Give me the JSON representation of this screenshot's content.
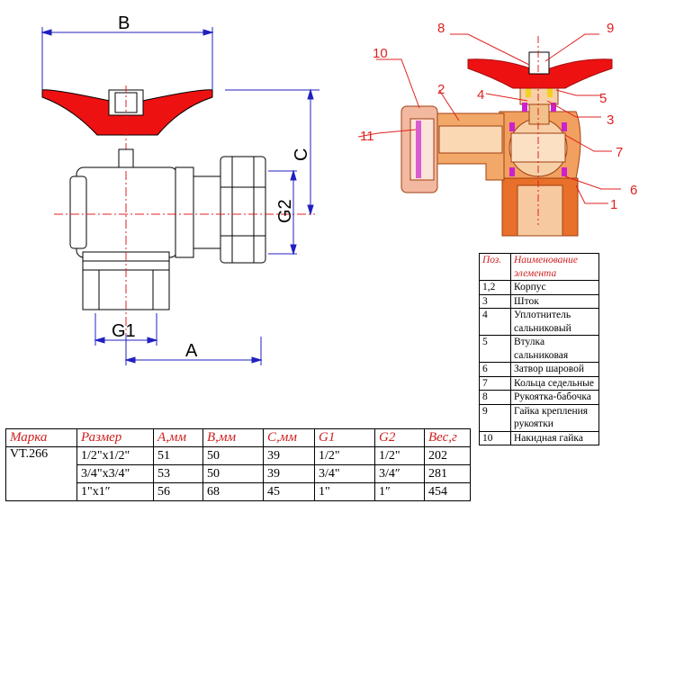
{
  "dimensions": {
    "B": "B",
    "C": "C",
    "G1": "G1",
    "G2": "G2",
    "A": "A"
  },
  "callouts": [
    "1",
    "2",
    "3",
    "4",
    "5",
    "6",
    "7",
    "8",
    "9",
    "10",
    "11"
  ],
  "colors": {
    "handle": "#ee1111",
    "body": "#f0a060",
    "body_dark": "#d06020",
    "seal": "#cc22cc",
    "nut": "#f0b090",
    "dimension_line": "#2020c0",
    "center_line": "#e02020",
    "header_text": "#d02020"
  },
  "spec_table": {
    "headers": [
      "Марка",
      "Размер",
      "А,мм",
      "В,мм",
      "С,мм",
      "G1",
      "G2",
      "Вес,г"
    ],
    "model": "VT.266",
    "rows": [
      [
        "1/2\"x1/2\"",
        "51",
        "50",
        "39",
        "1/2\"",
        "1/2\"",
        "202"
      ],
      [
        "3/4\"x3/4\"",
        "53",
        "50",
        "39",
        "3/4\"",
        "3/4″",
        "281"
      ],
      [
        "1\"x1″",
        "56",
        "68",
        "45",
        "1\"",
        "1″",
        "454"
      ]
    ]
  },
  "parts_table": {
    "headers": [
      "Поз.",
      "Наименование элемента"
    ],
    "rows": [
      [
        "1,2",
        "Корпус"
      ],
      [
        "3",
        "Шток"
      ],
      [
        "4",
        "Уплотнитель сальниковый"
      ],
      [
        "5",
        "Втулка сальниковая"
      ],
      [
        "6",
        "Затвор шаровой"
      ],
      [
        "7",
        "Кольца седельные"
      ],
      [
        "8",
        "Рукоятка-бабочка"
      ],
      [
        "9",
        "Гайка крепления рукоятки"
      ],
      [
        "10",
        "Накидная гайка"
      ]
    ]
  }
}
